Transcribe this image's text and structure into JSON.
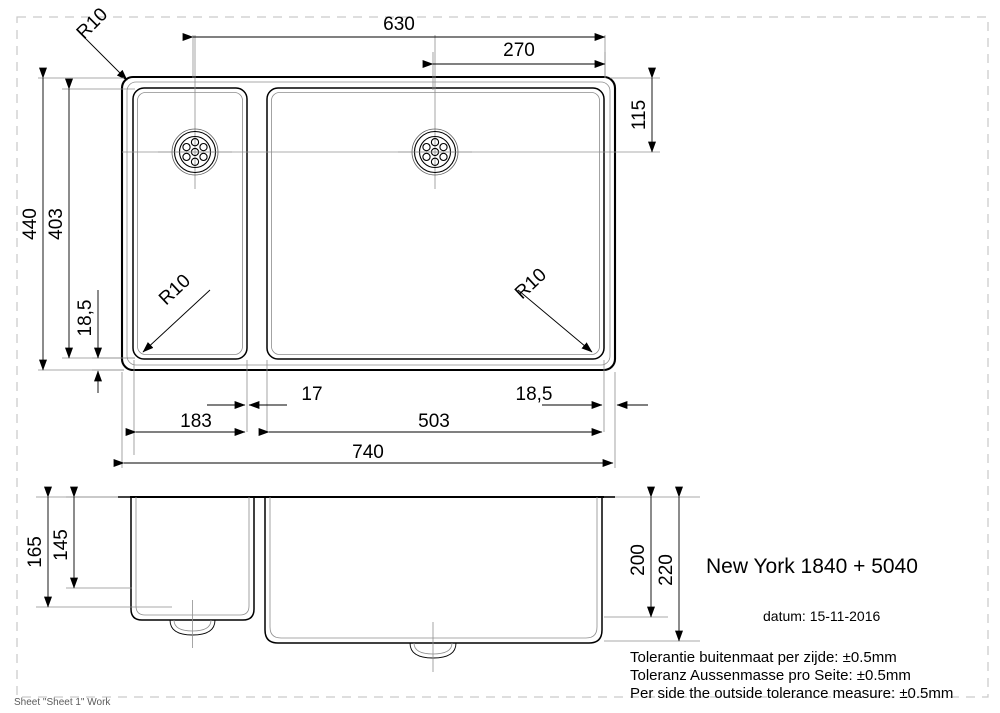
{
  "document": {
    "type": "technical-drawing",
    "sheet_footer": "Sheet \"Sheet 1\" Work"
  },
  "title_block": {
    "product_name": "New York 1840 + 5040",
    "date_label": "datum: 15-11-2016",
    "tolerance_nl": "Tolerantie buitenmaat per zijde: ±0.5mm",
    "tolerance_de": "Toleranz Aussenmasse pro Seite: ±0.5mm",
    "tolerance_en": "Per side the outside tolerance measure: ±0.5mm"
  },
  "plan_view": {
    "dimensions": {
      "overall_width": "740",
      "inner_width_right_group": "630",
      "right_basin_drain_offset": "270",
      "overall_height": "440",
      "inner_height": "403",
      "bottom_rim_offset": "18,5",
      "top_drain_offset": "115",
      "small_basin_width": "183",
      "divider_width": "17",
      "large_basin_width": "503",
      "right_rim_offset": "18,5"
    },
    "radius_callouts": [
      {
        "label": "R10",
        "position": "outer-top-left"
      },
      {
        "label": "R10",
        "position": "small-basin-bottom-left"
      },
      {
        "label": "R10",
        "position": "large-basin-bottom-right"
      }
    ]
  },
  "section_view": {
    "dimensions": {
      "small_basin_total_depth": "165",
      "small_basin_inner_depth": "145",
      "large_basin_inner_depth": "200",
      "large_basin_total_depth": "220"
    }
  },
  "colors": {
    "line": "#000000",
    "thin_line": "#8d8d8d",
    "frame": "#c9c9c9",
    "background": "#ffffff"
  }
}
